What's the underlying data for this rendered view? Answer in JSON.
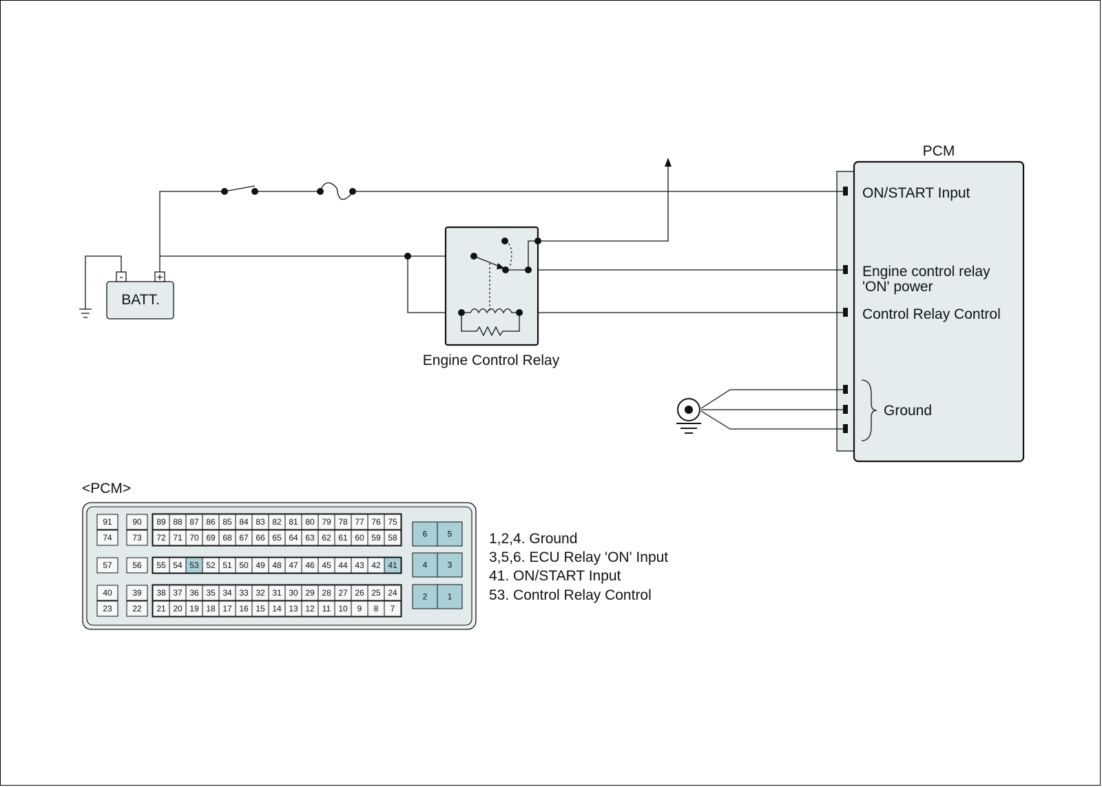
{
  "pcm": {
    "title": "PCM",
    "inputs": {
      "on_start": "ON/START Input",
      "relay_on_power_line1": "Engine control relay",
      "relay_on_power_line2": "'ON' power",
      "control_relay_control": "Control Relay Control",
      "ground": "Ground"
    }
  },
  "battery": {
    "label": "BATT.",
    "neg": "-",
    "pos": "+"
  },
  "relay": {
    "label": "Engine Control Relay"
  },
  "connector": {
    "title": "<PCM>",
    "highlight_color": "#a9cfd7",
    "rows": [
      [
        "91",
        "90",
        "89",
        "88",
        "87",
        "86",
        "85",
        "84",
        "83",
        "82",
        "81",
        "80",
        "79",
        "78",
        "77",
        "76",
        "75"
      ],
      [
        "74",
        "73",
        "72",
        "71",
        "70",
        "69",
        "68",
        "67",
        "66",
        "65",
        "64",
        "63",
        "62",
        "61",
        "60",
        "59",
        "58"
      ],
      [
        "57",
        "56",
        "55",
        "54",
        "53",
        "52",
        "51",
        "50",
        "49",
        "48",
        "47",
        "46",
        "45",
        "44",
        "43",
        "42",
        "41"
      ],
      [
        "40",
        "39",
        "38",
        "37",
        "36",
        "35",
        "34",
        "33",
        "32",
        "31",
        "30",
        "29",
        "28",
        "27",
        "26",
        "25",
        "24"
      ],
      [
        "23",
        "22",
        "21",
        "20",
        "19",
        "18",
        "17",
        "16",
        "15",
        "14",
        "13",
        "12",
        "11",
        "10",
        "9",
        "8",
        "7"
      ]
    ],
    "power_pins": [
      [
        "6",
        "5"
      ],
      [
        "4",
        "3"
      ],
      [
        "2",
        "1"
      ]
    ],
    "highlighted": [
      "53",
      "41"
    ]
  },
  "legend": [
    "1,2,4. Ground",
    "3,5,6. ECU Relay 'ON' Input",
    "41. ON/START Input",
    "53. Control Relay Control"
  ]
}
